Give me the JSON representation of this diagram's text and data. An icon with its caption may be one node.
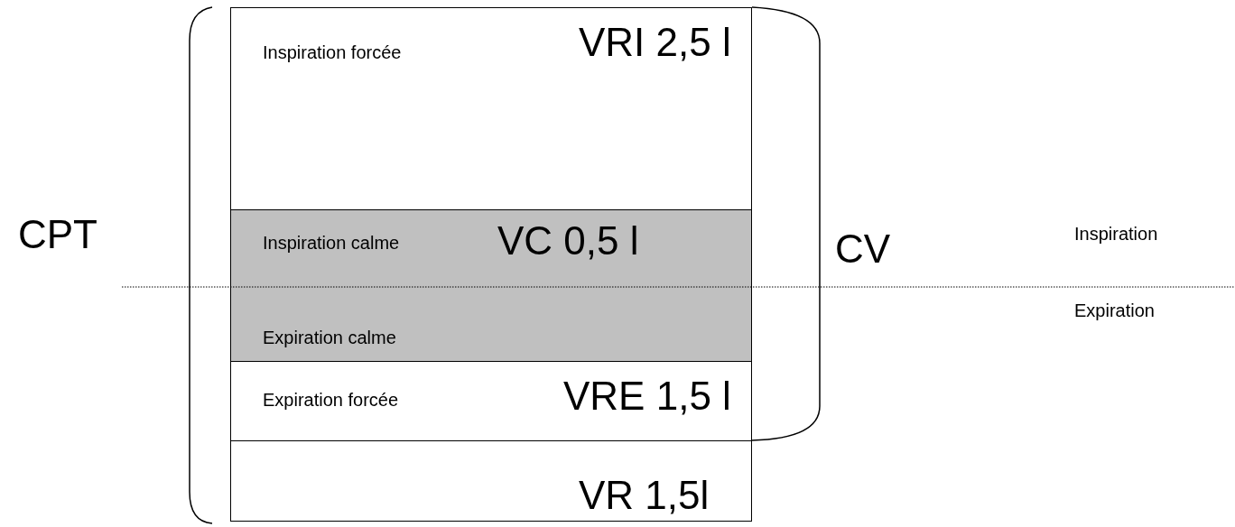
{
  "diagram": {
    "nodes": [
      {
        "text": [
          "Inspiration forcée",
          "VRI 2,5 l"
        ]
      },
      {
        "text": [
          "Inspiration calme",
          "VC 0,5 l",
          "Expiration calme"
        ]
      },
      {
        "text": [
          "Expiration forcée",
          "VRE 1,5 l"
        ]
      },
      {
        "text": [
          "VR 1,5l"
        ]
      }
    ],
    "labels": [
      "CPT",
      "CV",
      "Inspiration",
      "Expiration"
    ]
  }
}
